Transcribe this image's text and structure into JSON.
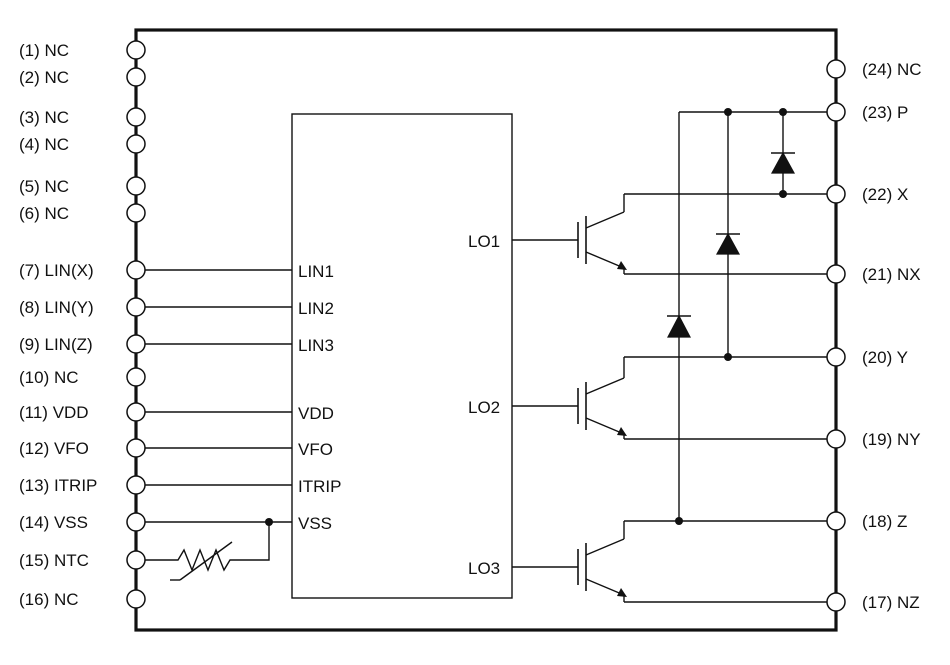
{
  "left_pins": [
    {
      "id": "1",
      "label": "(1) NC"
    },
    {
      "id": "2",
      "label": "(2) NC"
    },
    {
      "id": "3",
      "label": "(3) NC"
    },
    {
      "id": "4",
      "label": "(4) NC"
    },
    {
      "id": "5",
      "label": "(5) NC"
    },
    {
      "id": "6",
      "label": "(6) NC"
    },
    {
      "id": "7",
      "label": "(7) LIN(X)"
    },
    {
      "id": "8",
      "label": "(8) LIN(Y)"
    },
    {
      "id": "9",
      "label": "(9) LIN(Z)"
    },
    {
      "id": "10",
      "label": "(10) NC"
    },
    {
      "id": "11",
      "label": "(11) VDD"
    },
    {
      "id": "12",
      "label": "(12) VFO"
    },
    {
      "id": "13",
      "label": "(13) ITRIP"
    },
    {
      "id": "14",
      "label": "(14) VSS"
    },
    {
      "id": "15",
      "label": "(15) NTC"
    },
    {
      "id": "16",
      "label": "(16) NC"
    }
  ],
  "right_pins": [
    {
      "id": "24",
      "label": "(24) NC"
    },
    {
      "id": "23",
      "label": "(23) P"
    },
    {
      "id": "22",
      "label": "(22) X"
    },
    {
      "id": "21",
      "label": "(21) NX"
    },
    {
      "id": "20",
      "label": "(20) Y"
    },
    {
      "id": "19",
      "label": "(19) NY"
    },
    {
      "id": "18",
      "label": "(18) Z"
    },
    {
      "id": "17",
      "label": "(17) NZ"
    }
  ],
  "ic_inputs": [
    "LIN1",
    "LIN2",
    "LIN3",
    "VDD",
    "VFO",
    "ITRIP",
    "VSS"
  ],
  "ic_outputs": [
    "LO1",
    "LO2",
    "LO3"
  ]
}
